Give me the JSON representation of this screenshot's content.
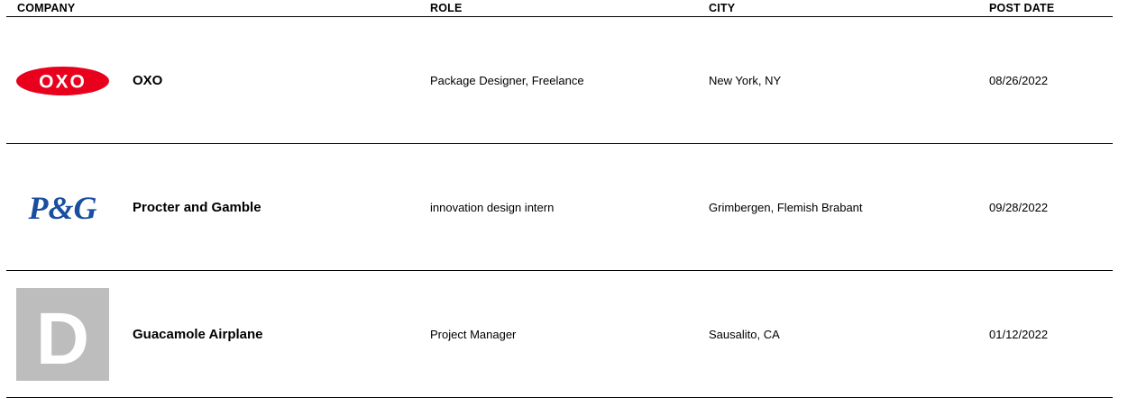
{
  "headers": {
    "company": "COMPANY",
    "role": "ROLE",
    "city": "CITY",
    "post_date": "POST DATE"
  },
  "rows": [
    {
      "logo": "OXO",
      "company": "OXO",
      "role": "Package Designer, Freelance",
      "city": "New York, NY",
      "post_date": "08/26/2022"
    },
    {
      "logo": "P&G",
      "company": "Procter and Gamble",
      "role": "innovation design intern",
      "city": "Grimbergen, Flemish Brabant",
      "post_date": "09/28/2022"
    },
    {
      "logo": "D",
      "company": "Guacamole Airplane",
      "role": "Project Manager",
      "city": "Sausalito, CA",
      "post_date": "01/12/2022"
    }
  ],
  "colors": {
    "oxo_red": "#e8001c",
    "pg_blue": "#1a4ea1",
    "placeholder_gray": "#bdbdbd"
  }
}
